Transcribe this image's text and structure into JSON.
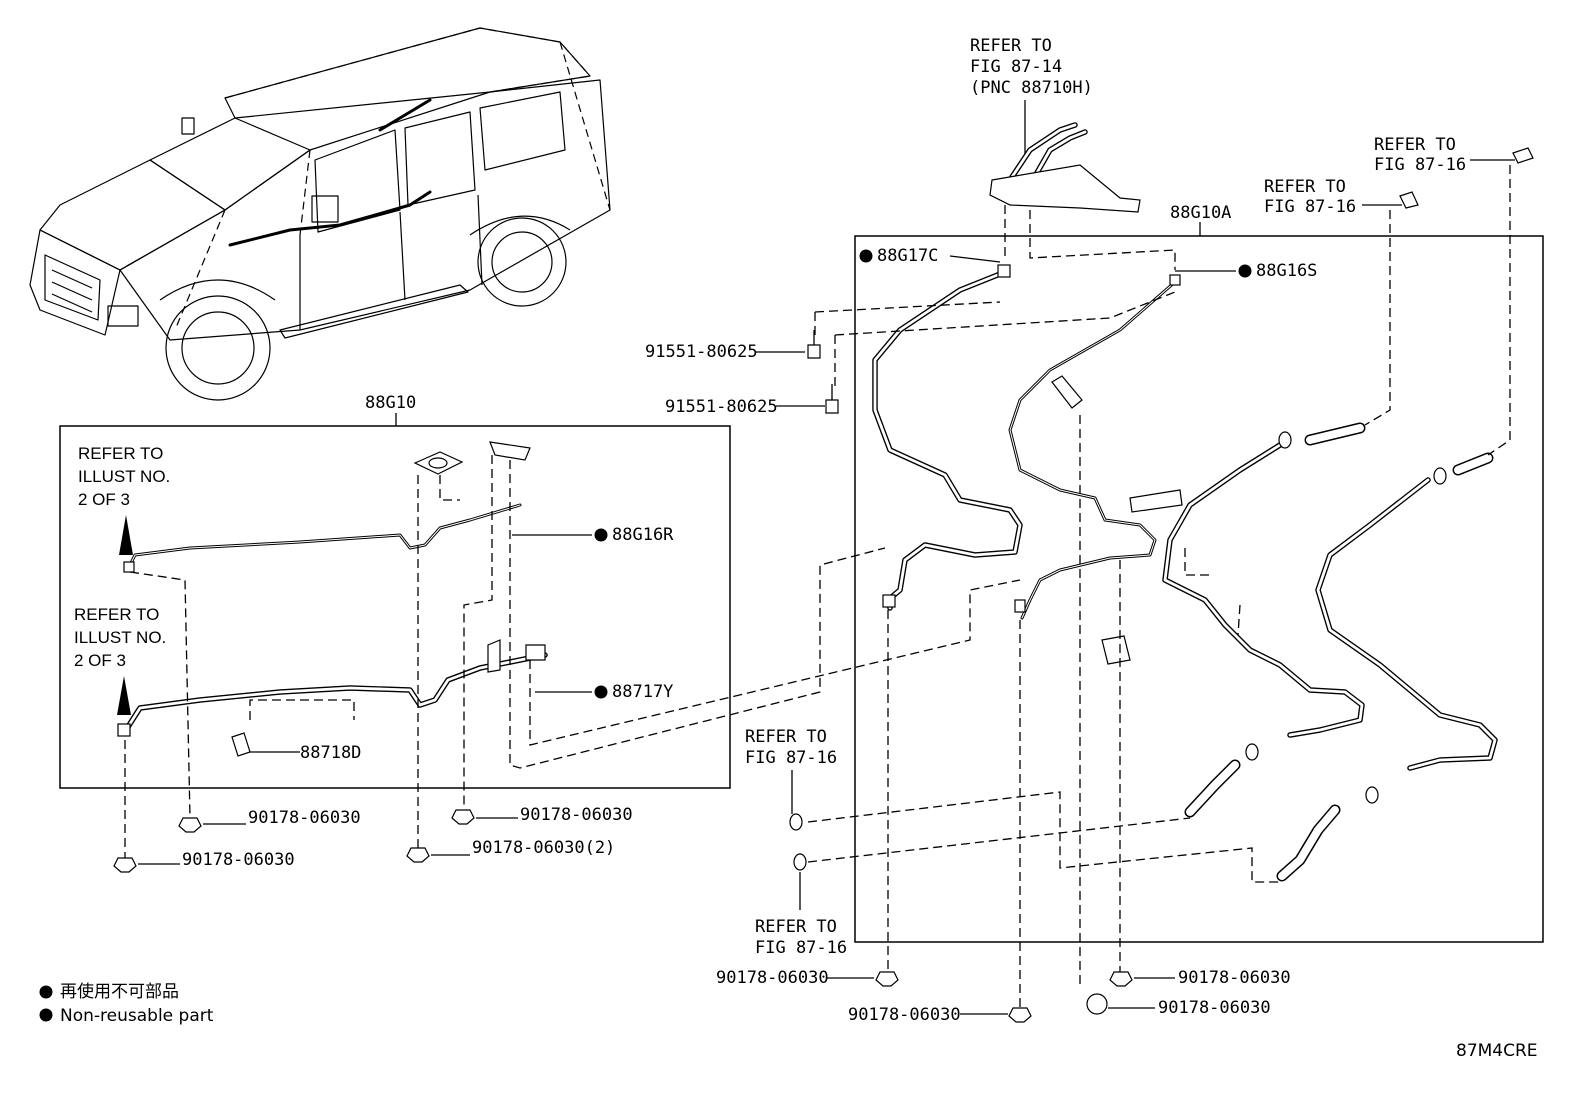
{
  "diagram_code": "87M4CRE",
  "groups": {
    "left": {
      "label": "88G10"
    },
    "right": {
      "label": "88G10A"
    }
  },
  "references": {
    "top": [
      "REFER TO",
      "FIG 87-14",
      "(PNC 88710H)"
    ],
    "right_a": [
      "REFER TO",
      "FIG 87-16"
    ],
    "right_b": [
      "REFER TO",
      "FIG 87-16"
    ],
    "mid_left": [
      "REFER TO",
      "FIG 87-16"
    ],
    "bottom_mid": [
      "REFER TO",
      "FIG 87-16"
    ],
    "illust_upper": [
      "REFER TO",
      "ILLUST NO.",
      "2 OF 3"
    ],
    "illust_lower": [
      "REFER TO",
      "ILLUST NO.",
      "2 OF 3"
    ]
  },
  "parts": {
    "p88G17C": "88G17C",
    "p88G16S": "88G16S",
    "p88G16R": "88G16R",
    "p88717Y": "88717Y",
    "p88718D": "88718D",
    "bolt_a": "91551-80625",
    "bolt_b": "91551-80625",
    "nut_l1": "90178-06030",
    "nut_l2": "90178-06030",
    "nut_l3": "90178-06030",
    "nut_l4": "90178-06030(2)",
    "nut_r1": "90178-06030",
    "nut_r2": "90178-06030",
    "nut_r3": "90178-06030",
    "nut_r4": "90178-06030"
  },
  "legend": {
    "jp": "再使用不可部品",
    "en": "Non-reusable part"
  }
}
